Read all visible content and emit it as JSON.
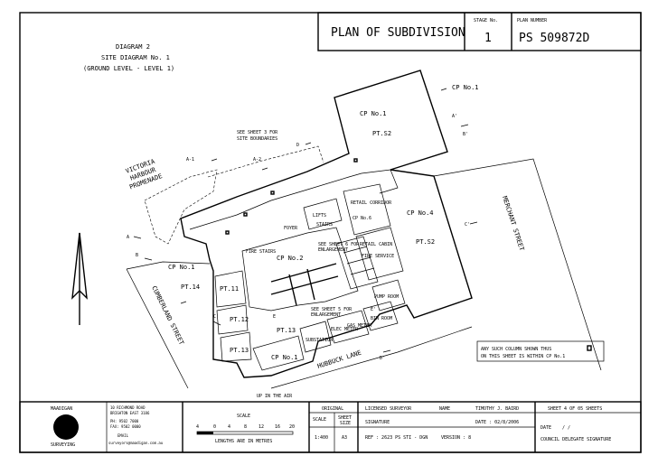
{
  "title_block": {
    "title": "PLAN OF SUBDIVISION",
    "stage_label": "STAGE No.",
    "stage_value": "1",
    "plan_number_label": "PLAN NUMBER",
    "plan_number": "PS 509872D"
  },
  "diagram_heading": {
    "line1": "DIAGRAM 2",
    "line2": "SITE DIAGRAM No. 1",
    "line3": "(GROUND LEVEL - LEVEL 1)"
  },
  "streets": {
    "victoria_harbour": [
      "VICTORIA",
      "HARBOUR",
      "PROMENADE"
    ],
    "merchant": "MERCHANT STREET",
    "cumberland": "CUMBERLAND STREET",
    "hubbuck": "HUBBUCK LANE"
  },
  "parcels": {
    "cp1": "CP No.1",
    "cp2": "CP No.2",
    "cp4": "CP No.4",
    "cp6": "CP No.6",
    "pts2": "PT.S2",
    "pt11": "PT.11",
    "pt12": "PT.12",
    "pt13": "PT.13",
    "pt14": "PT.14"
  },
  "notes": {
    "see_sheet3": [
      "SEE SHEET 3 FOR",
      "SITE BOUNDARIES"
    ],
    "see_sheet6a": [
      "SEE SHEET 6 FOR",
      "ENLARGEMENT"
    ],
    "see_sheet5": [
      "SEE SHEET 5 FOR",
      "ENLARGEMENT"
    ],
    "up_in_air": "UP IN THE AIR",
    "column_note_1": "ANY SUCH COLUMN SHOWN THUS",
    "column_note_2": "ON THIS SHEET IS WITHIN CP No.1"
  },
  "rooms": {
    "lifts": "LIFTS",
    "stairs": "STAIRS",
    "retail_corridor": "RETAIL CORRIDOR",
    "retail_cabin": "RETAIL CABIN",
    "fire_service": "FIRE SERVICE",
    "substation": "SUBSTATION",
    "elec_meter": "ELEC METER",
    "gas_meter": "GAS METER",
    "bin_room": "BIN ROOM",
    "pump_room": "PUMP ROOM",
    "foyer": "FOYER",
    "fire_stairs": "FIRE STAIRS"
  },
  "section_marks": [
    "A",
    "A'",
    "B",
    "B'",
    "C",
    "C'",
    "D",
    "D'",
    "E",
    "E'",
    "A-1",
    "A-2"
  ],
  "footer": {
    "company_name_1": "MAADIGAN",
    "company_name_2": "SURVEYING",
    "address_1": "10 RICHMOND ROAD",
    "address_2": "BRIGHTON EAST 3186",
    "phone_1": "PH: 9502 7000",
    "phone_2": "FAX: 9502 0000",
    "email_label": "EMAIL",
    "email": "surveyors@maadigan.com.au",
    "scale_label": "SCALE",
    "scale_ticks": [
      "4",
      "0",
      "4",
      "8",
      "12",
      "16",
      "20"
    ],
    "scale_caption": "LENGTHS ARE IN METRES",
    "original_label": "ORIGINAL",
    "scale_col_label": "SCALE",
    "sheet_size_label_1": "SHEET",
    "sheet_size_label_2": "SIZE",
    "scale_value": "1:400",
    "sheet_size_value": "A3",
    "licensed_surveyor_label": "LICENSED SURVEYOR",
    "name_label": "NAME",
    "surveyor_name": "TIMOTHY J. BAIRD",
    "signature_label": "SIGNATURE",
    "date_text": "DATE : 02/8/2006",
    "ref_text": "REF : 2623 PS STI - DGN",
    "version_text": "VERSION : 8",
    "sheet_text": "SHEET 4 OF 05 SHEETS",
    "date_label": "DATE",
    "date_blank": "/ /",
    "council_text": "COUNCIL DELEGATE SIGNATURE"
  }
}
